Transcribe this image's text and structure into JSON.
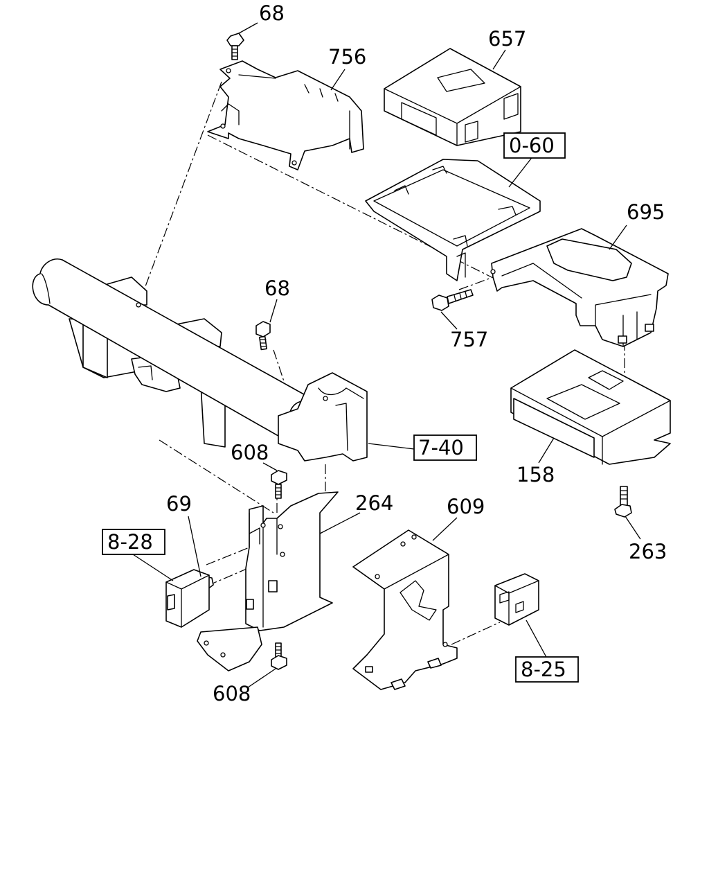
{
  "parts": [
    {
      "id": "p68a",
      "label": "68"
    },
    {
      "id": "p756",
      "label": "756"
    },
    {
      "id": "p657",
      "label": "657"
    },
    {
      "id": "p060",
      "label": "0-60",
      "boxed": true
    },
    {
      "id": "p695",
      "label": "695"
    },
    {
      "id": "p68b",
      "label": "68"
    },
    {
      "id": "p757",
      "label": "757"
    },
    {
      "id": "p740",
      "label": "7-40",
      "boxed": true
    },
    {
      "id": "p158",
      "label": "158"
    },
    {
      "id": "p608a",
      "label": "608"
    },
    {
      "id": "p69",
      "label": "69"
    },
    {
      "id": "p264",
      "label": "264"
    },
    {
      "id": "p609",
      "label": "609"
    },
    {
      "id": "p828",
      "label": "8-28",
      "boxed": true
    },
    {
      "id": "p263",
      "label": "263"
    },
    {
      "id": "p825",
      "label": "8-25",
      "boxed": true
    },
    {
      "id": "p608b",
      "label": "608"
    }
  ]
}
